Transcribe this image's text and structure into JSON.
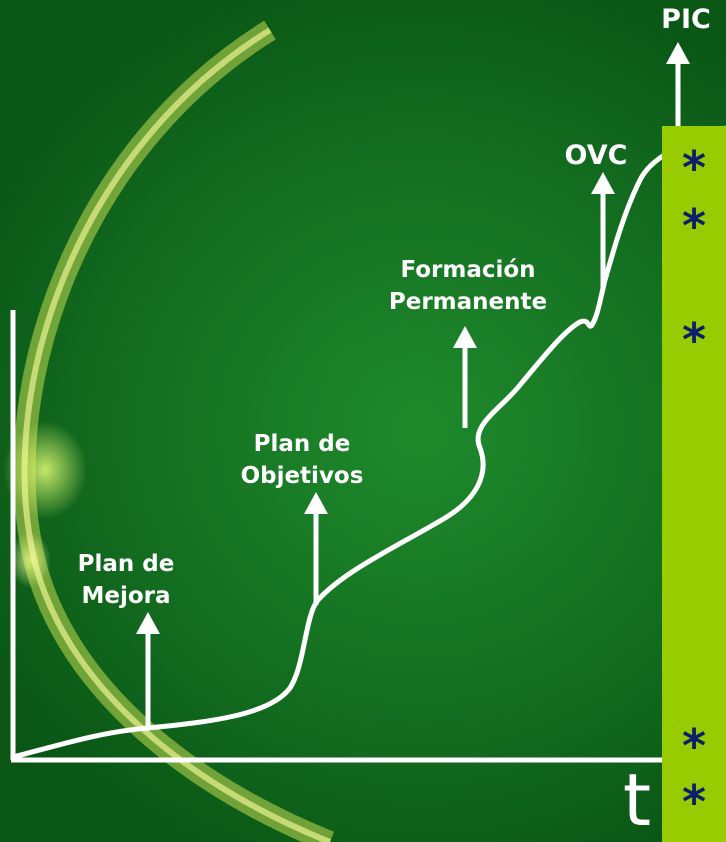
{
  "labels": {
    "plan_mejora": [
      "Plan de",
      "Mejora"
    ],
    "plan_objetivos": [
      "Plan de",
      "Objetivos"
    ],
    "formacion": [
      "Formación",
      "Permanente"
    ],
    "ovc": "OVC",
    "pic": "PIC"
  },
  "axis": {
    "t_label": "t"
  },
  "side_panel": {
    "markers": [
      "*",
      "*",
      "*",
      "*",
      "*"
    ]
  },
  "colors": {
    "curve": "#ffffff",
    "panel": "#99cc00",
    "marker": "#0c1f6a",
    "background": "#136d20"
  }
}
